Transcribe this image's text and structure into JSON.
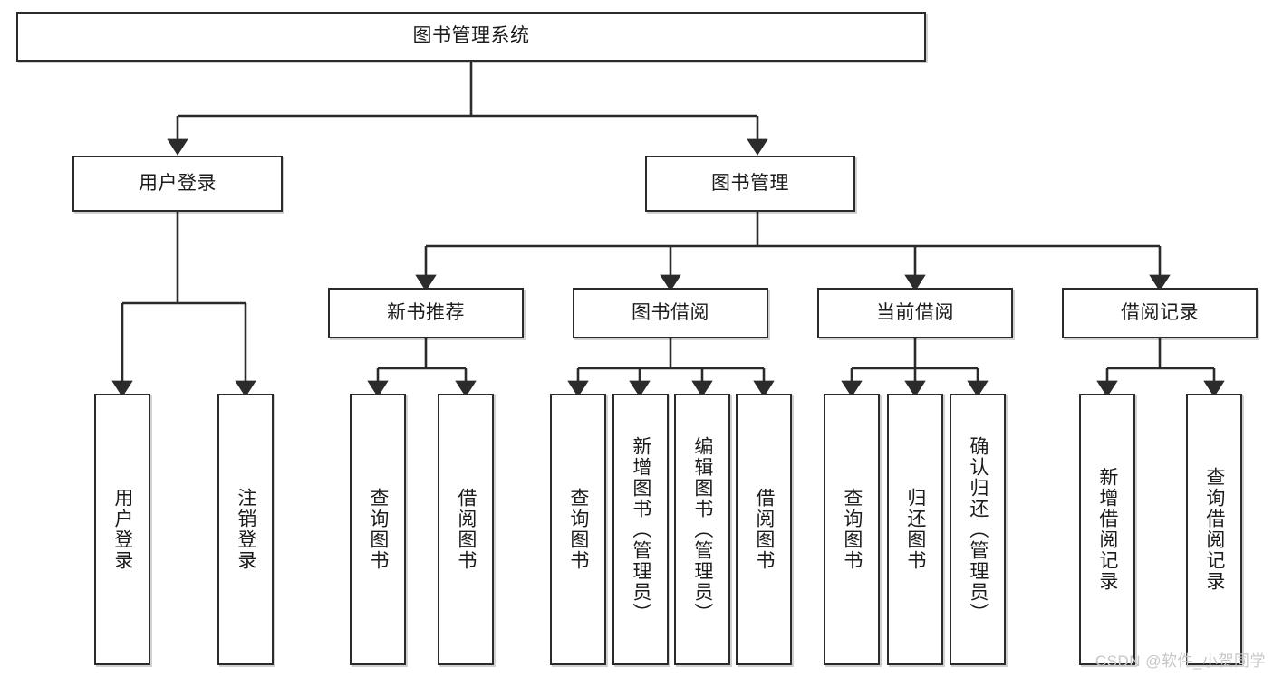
{
  "diagram": {
    "type": "tree",
    "title_node": {
      "id": "root",
      "label": "图书管理系统"
    },
    "level2": [
      {
        "id": "user-login",
        "label": "用户登录"
      },
      {
        "id": "book-manage",
        "label": "图书管理"
      }
    ],
    "level3": [
      {
        "id": "new-book-recommend",
        "label": "新书推荐"
      },
      {
        "id": "book-borrow",
        "label": "图书借阅"
      },
      {
        "id": "current-borrow",
        "label": "当前借阅"
      },
      {
        "id": "borrow-record",
        "label": "借阅记录"
      }
    ],
    "leaves": [
      {
        "id": "leaf-user-login",
        "label": "用户登录",
        "parent": "user-login"
      },
      {
        "id": "leaf-logout",
        "label": "注销登录",
        "parent": "user-login"
      },
      {
        "id": "leaf-query-book-1",
        "label": "查询图书",
        "parent": "new-book-recommend"
      },
      {
        "id": "leaf-borrow-book-1",
        "label": "借阅图书",
        "parent": "new-book-recommend"
      },
      {
        "id": "leaf-query-book-2",
        "label": "查询图书",
        "parent": "book-borrow"
      },
      {
        "id": "leaf-add-book",
        "label": "新增图书（管理员）",
        "parent": "book-borrow"
      },
      {
        "id": "leaf-edit-book",
        "label": "编辑图书（管理员）",
        "parent": "book-borrow"
      },
      {
        "id": "leaf-borrow-book-2",
        "label": "借阅图书",
        "parent": "book-borrow"
      },
      {
        "id": "leaf-query-book-3",
        "label": "查询图书",
        "parent": "current-borrow"
      },
      {
        "id": "leaf-return-book",
        "label": "归还图书",
        "parent": "current-borrow"
      },
      {
        "id": "leaf-confirm-return",
        "label": "确认归还（管理员）",
        "parent": "current-borrow"
      },
      {
        "id": "leaf-add-record",
        "label": "新增借阅记录",
        "parent": "borrow-record"
      },
      {
        "id": "leaf-query-record",
        "label": "查询借阅记录",
        "parent": "borrow-record"
      }
    ],
    "watermark": "CSDN @软件_小贺同学",
    "colors": {
      "stroke": "#2b2b2b",
      "fill": "#ffffff",
      "text": "#1b1b1b",
      "watermark": "#c7c7c7"
    }
  }
}
